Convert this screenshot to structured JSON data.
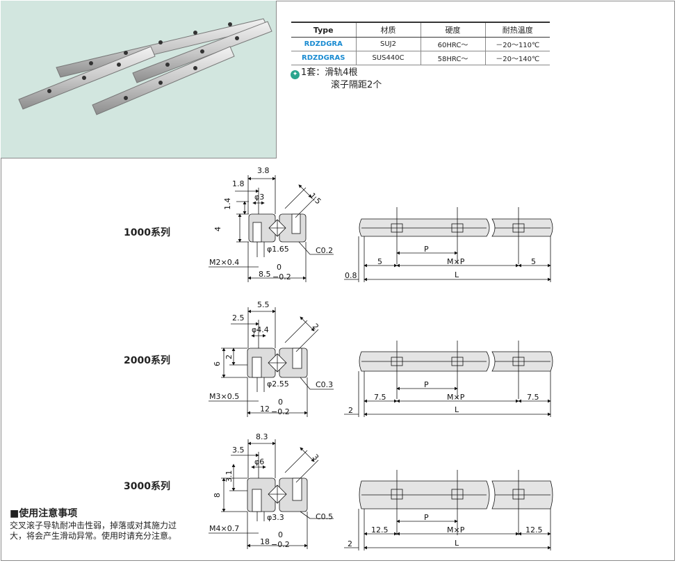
{
  "spec_table": {
    "headers": [
      "Type",
      "材质",
      "硬度",
      "耐热温度"
    ],
    "rows": [
      [
        "RDZDGRA",
        "SUJ2",
        "60HRC～",
        "－20～110℃"
      ],
      [
        "RDZDGRAS",
        "SUS440C",
        "58HRC～",
        "－20～140℃"
      ]
    ]
  },
  "set_note": {
    "icon": "lightbulb-icon",
    "line1": "1套：滑轨4根",
    "line2": "滚子隔距2个"
  },
  "series": [
    {
      "label": "1000系列",
      "dims": {
        "width_top": "3.8",
        "offset": "1.8",
        "bore": "φ3",
        "angle": "1.5",
        "h1": "1.4",
        "h": "4",
        "d2": "φ1.65",
        "chamfer": "C0.2",
        "thread": "M2×0.4",
        "width": "8.5",
        "tol_hi": "0",
        "tol_lo": "−0.2"
      },
      "side": {
        "p": "P",
        "mxp": "M×P",
        "end": "5",
        "gap": "0.8",
        "l": "L"
      }
    },
    {
      "label": "2000系列",
      "dims": {
        "width_top": "5.5",
        "offset": "2.5",
        "bore": "φ4.4",
        "angle": "2",
        "h1": "2",
        "h": "6",
        "d2": "φ2.55",
        "chamfer": "C0.3",
        "thread": "M3×0.5",
        "width": "12",
        "tol_hi": "0",
        "tol_lo": "−0.2"
      },
      "side": {
        "p": "P",
        "mxp": "M×P",
        "end": "7.5",
        "gap": "2",
        "l": "L"
      }
    },
    {
      "label": "3000系列",
      "dims": {
        "width_top": "8.3",
        "offset": "3.5",
        "bore": "φ6",
        "angle": "3",
        "h1": "3.1",
        "h": "8",
        "d2": "φ3.3",
        "chamfer": "C0.5",
        "thread": "M4×0.7",
        "width": "18",
        "tol_hi": "0",
        "tol_lo": "−0.2"
      },
      "side": {
        "p": "P",
        "mxp": "M×P",
        "end": "12.5",
        "gap": "2",
        "l": "L"
      }
    }
  ],
  "caution": {
    "heading": "■使用注意事项",
    "body": "交叉滚子导轨耐冲击性弱，掉落或对其施力过大，将会产生滑动异常。使用时请充分注意。"
  },
  "colors": {
    "photo_bg": "#d2e6df",
    "code_blue": "#1a8bd1",
    "rail_fill": "#e4e4e4",
    "bulb_green": "#2aa58e"
  }
}
